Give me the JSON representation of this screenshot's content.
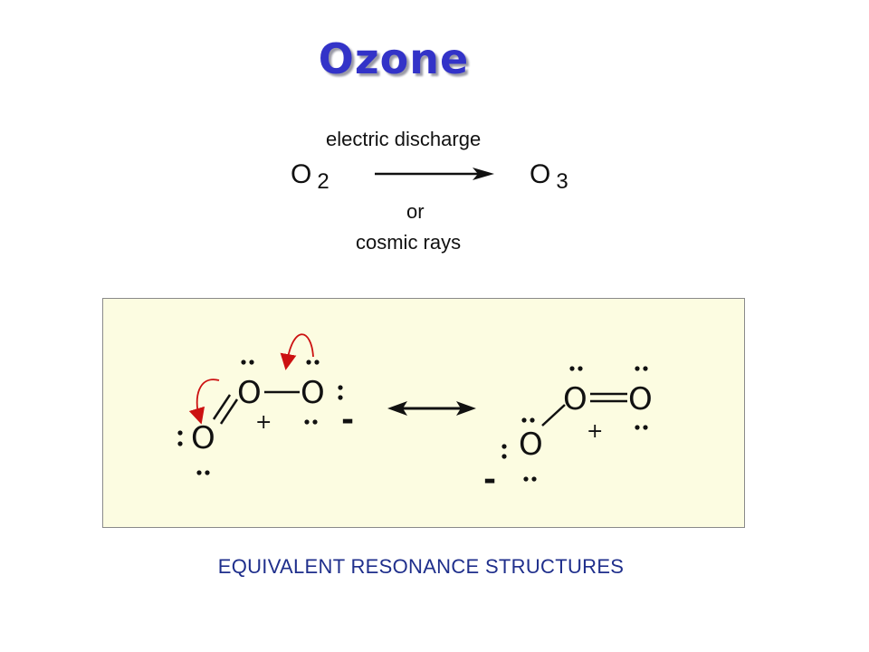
{
  "title": "Ozone",
  "reaction": {
    "reactant": "O",
    "reactant_subscript": "2",
    "product": "O",
    "product_subscript": "3",
    "condition_top": "electric discharge",
    "condition_or": "or",
    "condition_bottom": "cosmic rays"
  },
  "structures": {
    "atom": "O",
    "plus": "+",
    "minus": "-",
    "arrow_color": "#cc1111",
    "panel_color": "#fcfce1"
  },
  "caption": "EQUIVALENT RESONANCE STRUCTURES"
}
